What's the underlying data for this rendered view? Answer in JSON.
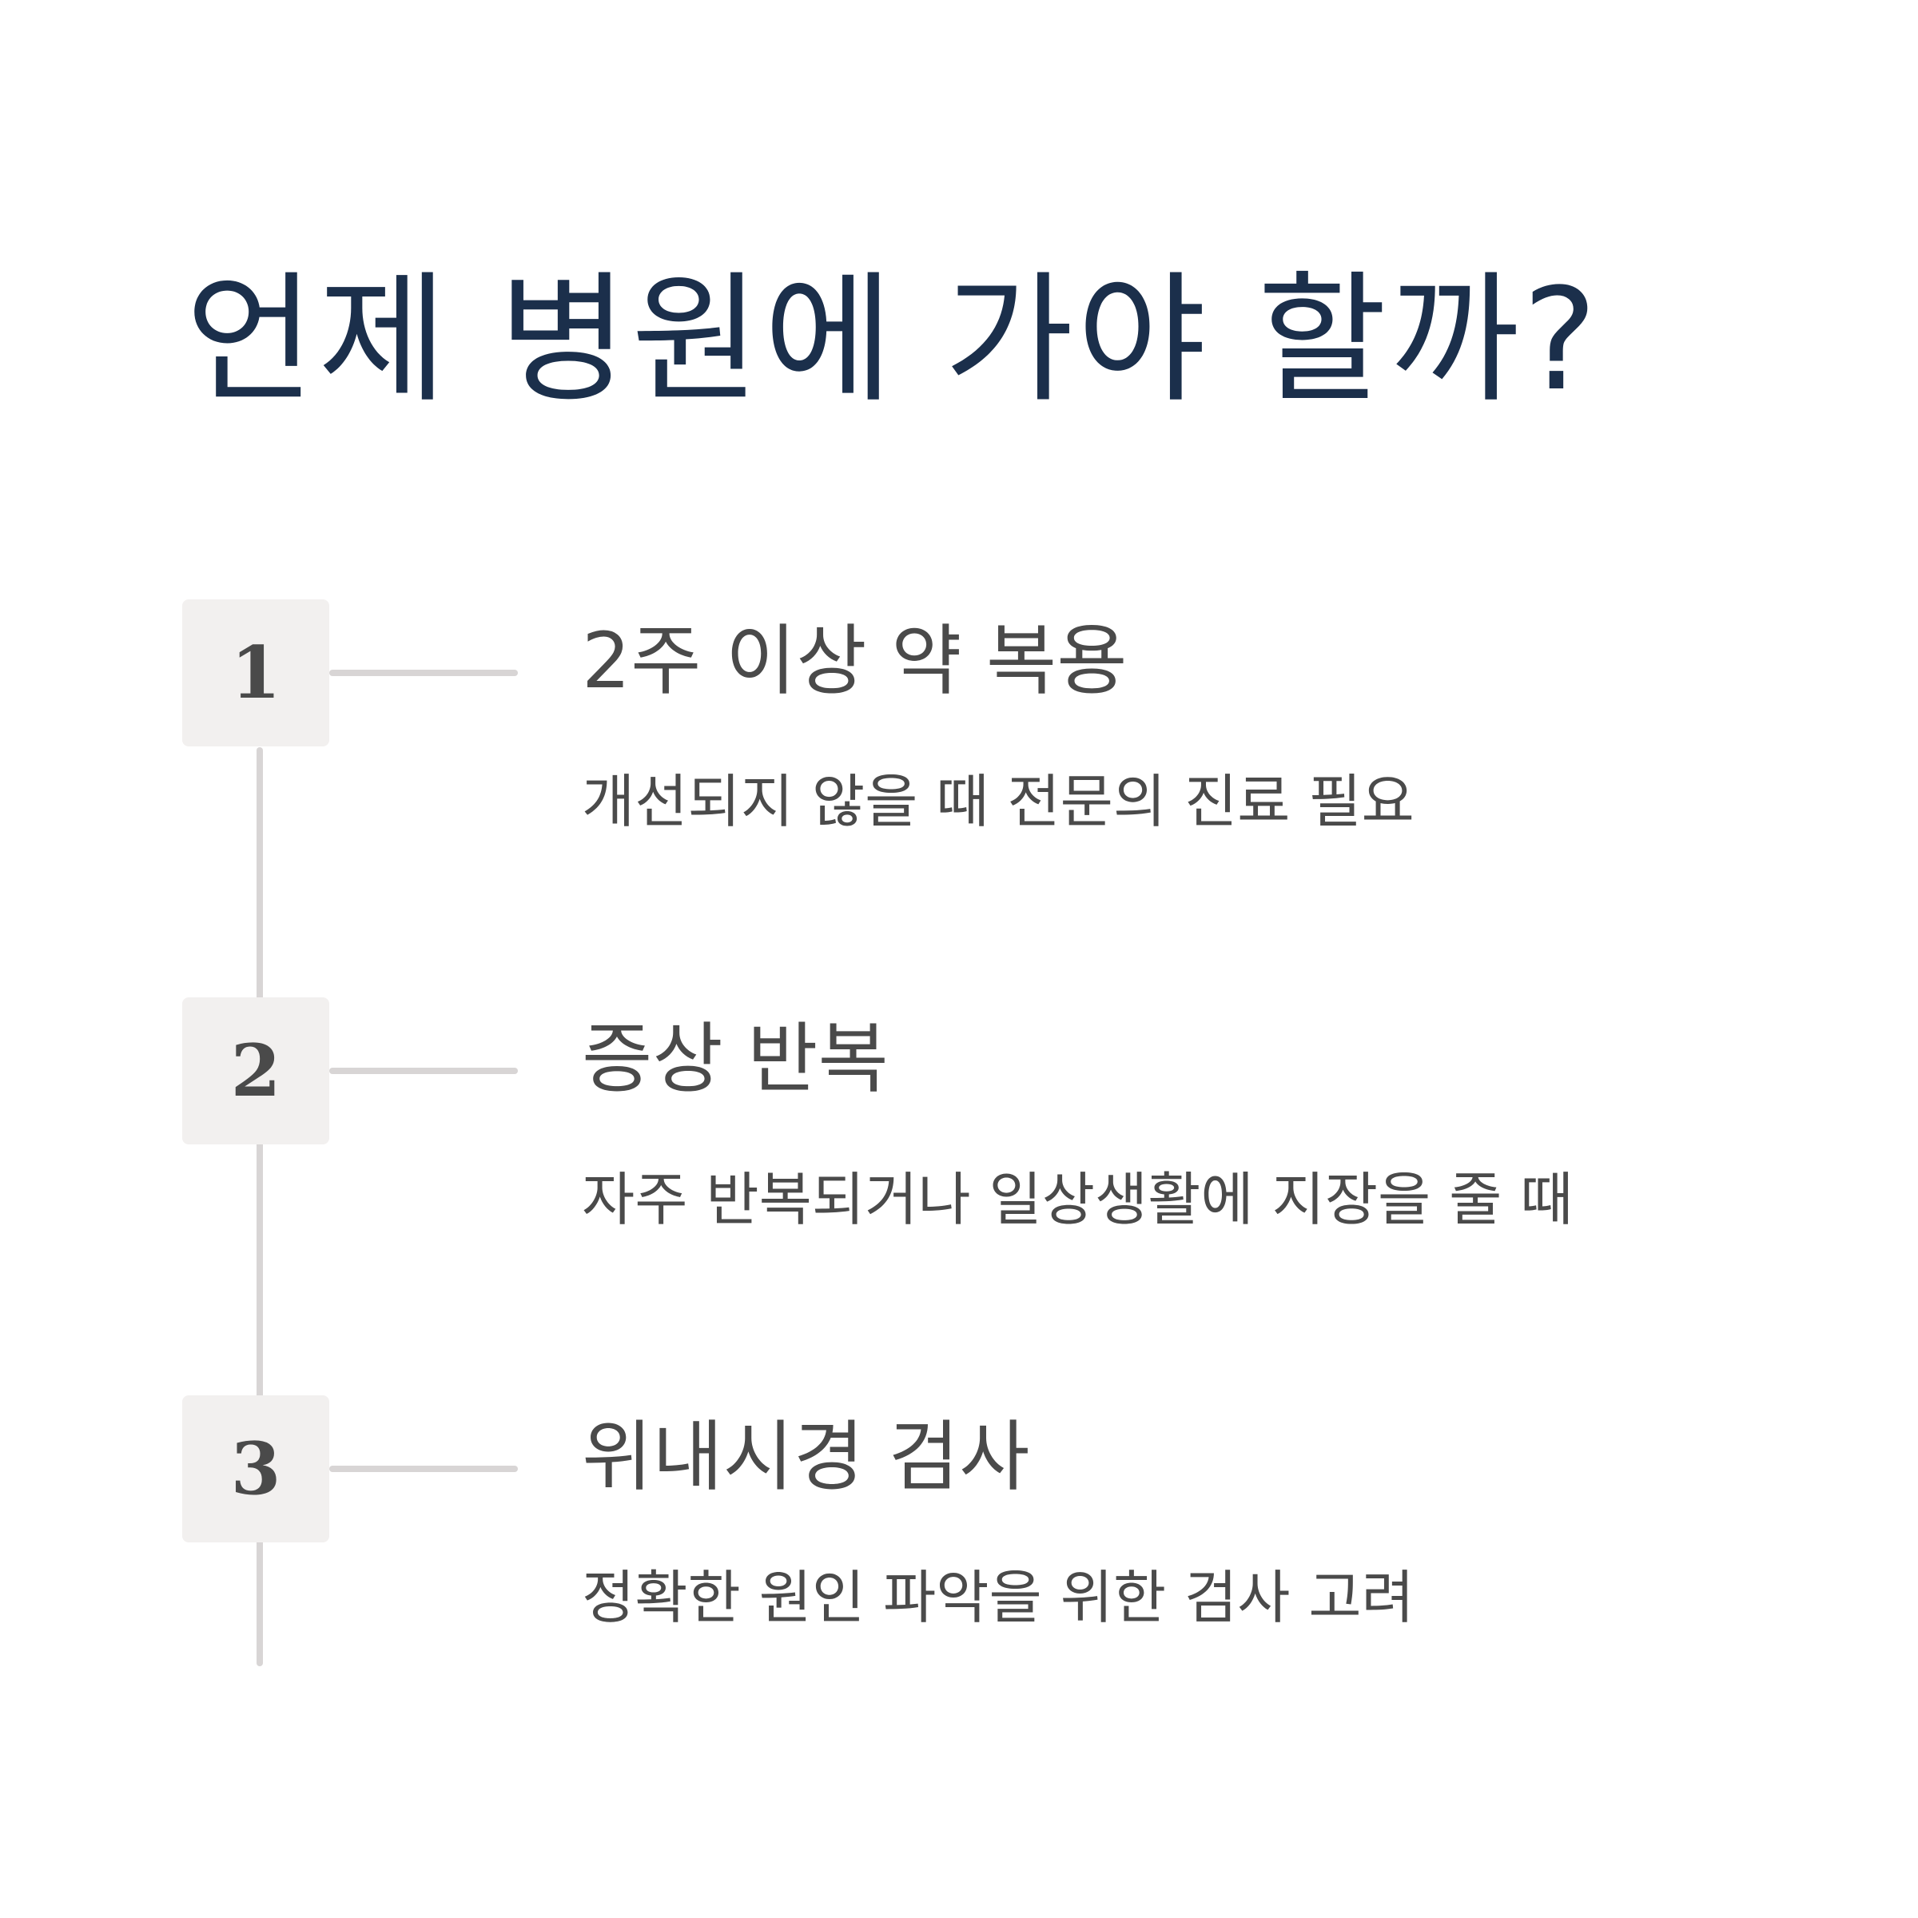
{
  "title": "언제 병원에 가야 할까?",
  "steps": [
    {
      "number": "1",
      "title": "2주 이상 약 복용",
      "description": "개선되지 않을 때 전문의 진료 필요"
    },
    {
      "number": "2",
      "title": "증상 반복",
      "description": "자주 반복되거나 일상생활에 지장을 줄 때"
    },
    {
      "number": "3",
      "title": "위내시경 검사",
      "description": "정확한 원인 파악을 위한 검사 고려"
    }
  ],
  "colors": {
    "title": "#1b2f4b",
    "text": "#4a4a4a",
    "badge_bg": "#f2f0ef",
    "line": "#d8d5d5"
  }
}
